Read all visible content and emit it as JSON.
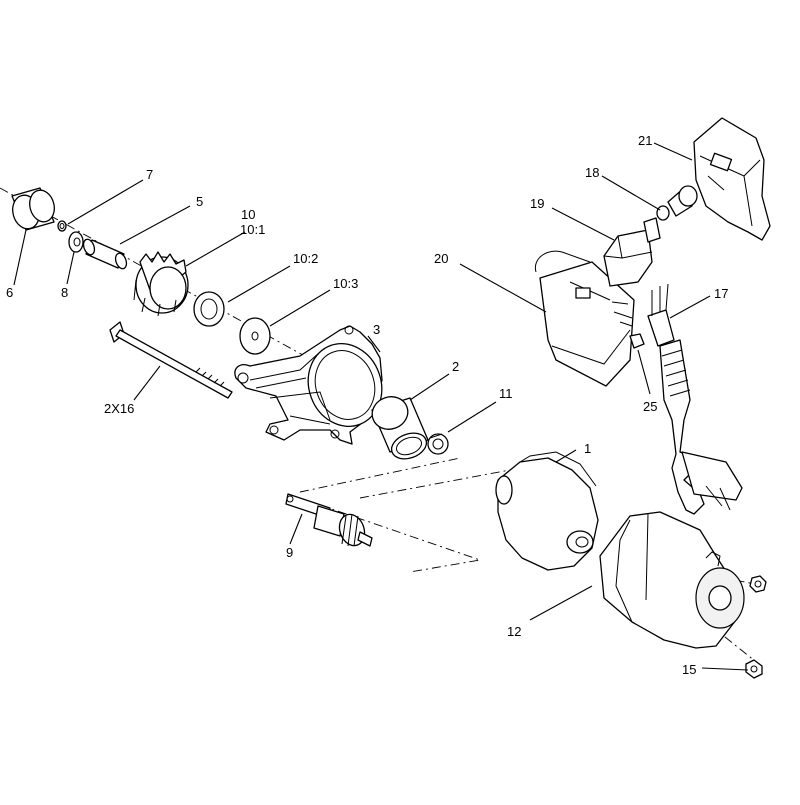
{
  "labels": {
    "p1": "1",
    "p2": "2",
    "p3": "3",
    "p5": "5",
    "p6": "6",
    "p7": "7",
    "p8": "8",
    "p9": "9",
    "p10": "10",
    "p10_1": "10:1",
    "p10_2": "10:2",
    "p10_3": "10:3",
    "p11": "11",
    "p12": "12",
    "p15": "15",
    "p17": "17",
    "p18": "18",
    "p19": "19",
    "p20": "20",
    "p21": "21",
    "p25": "25",
    "screw": "2X16"
  }
}
